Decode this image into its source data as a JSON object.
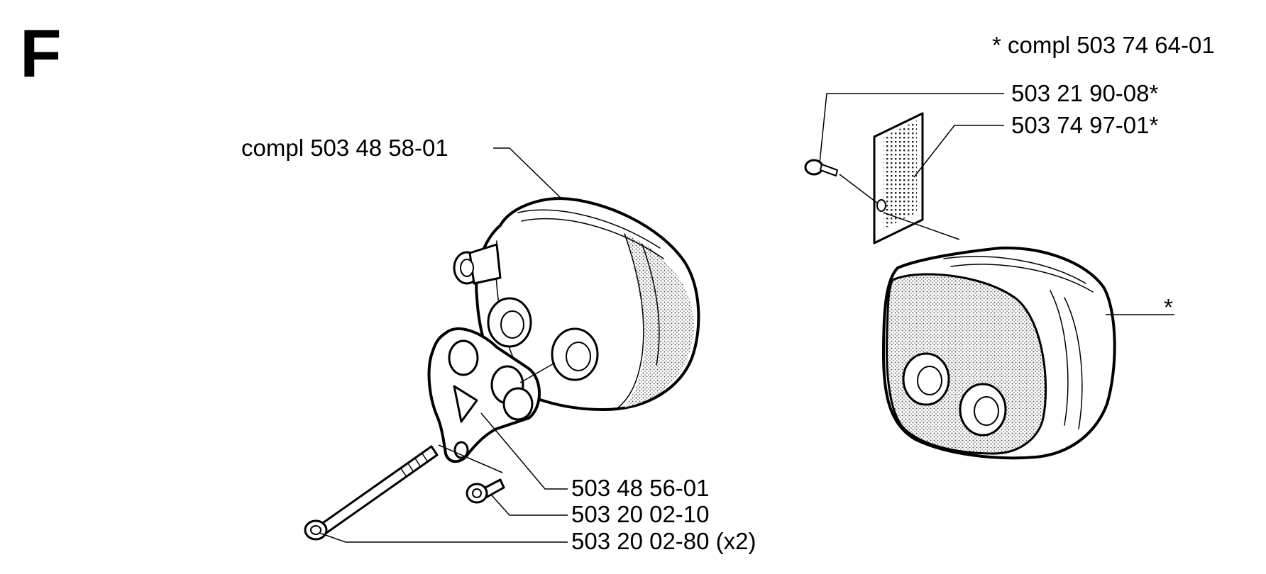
{
  "section_letter": "F",
  "labels": {
    "kit_note": "* compl 503 74 64-01",
    "screw_right": "503 21 90-08*",
    "screen": "503 74 97-01*",
    "muffler_left": "compl 503 48 58-01",
    "muffler_right": "*",
    "gasket": "503 48 56-01",
    "bolt_short": "503 20 02-10",
    "bolt_long": "503 20 02-80 (x2)"
  },
  "colors": {
    "line": "#000000",
    "background": "#ffffff",
    "shade": "#9a9a9a"
  }
}
